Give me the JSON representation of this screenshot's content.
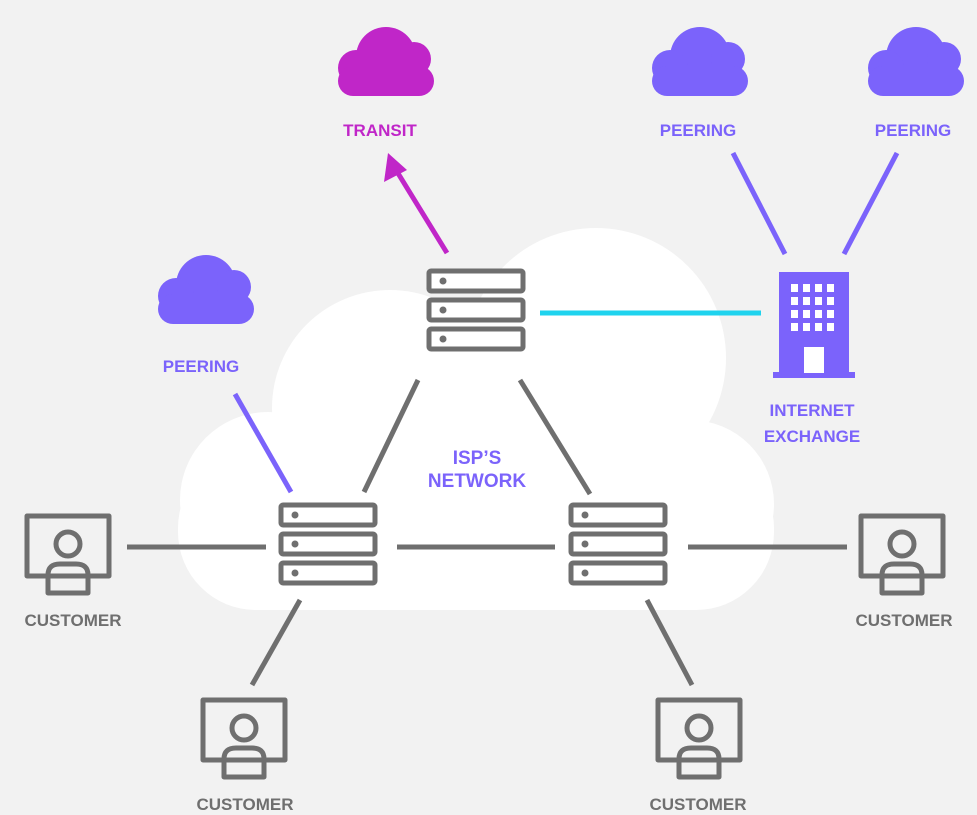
{
  "colors": {
    "background": "#f2f2f2",
    "core_cloud": "#ffffff",
    "transit": "#c026c8",
    "peering": "#7b63fb",
    "exchange_link": "#1fd3ee",
    "equipment_gray": "#6f6f6f"
  },
  "labels": {
    "transit": "TRANSIT",
    "peering_top_left": "PEERING",
    "peering_top_right": "PEERING",
    "peering_left": "PEERING",
    "isp_network_line1": "ISP’S",
    "isp_network_line2": "NETWORK",
    "internet_exchange_line1": "INTERNET",
    "internet_exchange_line2": "EXCHANGE",
    "customer_left": "CUSTOMER",
    "customer_right": "CUSTOMER",
    "customer_bottom_left": "CUSTOMER",
    "customer_bottom_right": "CUSTOMER"
  },
  "icons": {
    "transit_cloud": "cloud-icon",
    "peering_cloud": "cloud-icon",
    "router": "server-stack-icon",
    "exchange": "building-icon",
    "customer": "user-monitor-icon"
  }
}
